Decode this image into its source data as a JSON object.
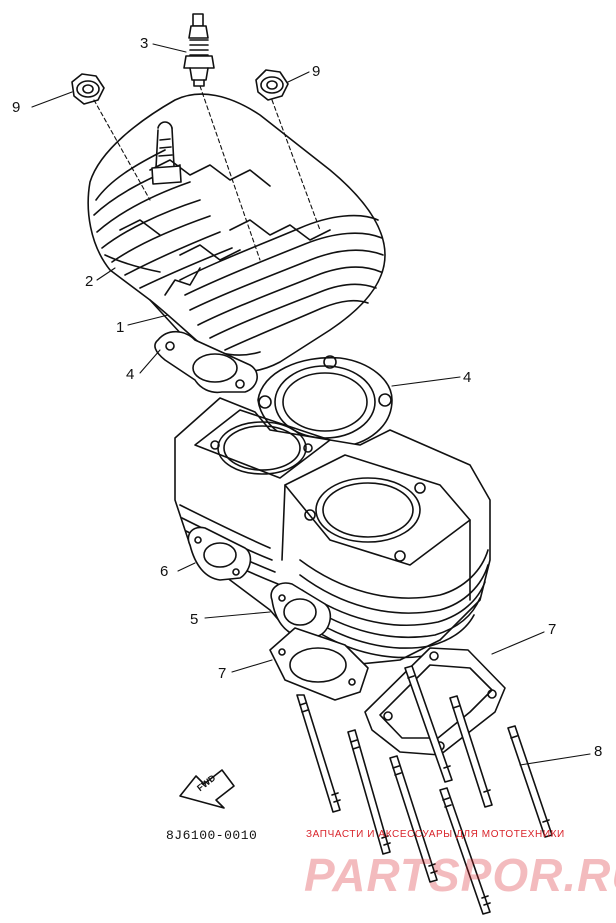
{
  "callouts": {
    "c1": "1",
    "c2": "2",
    "c3": "3",
    "c4a": "4",
    "c4b": "4",
    "c5": "5",
    "c6": "6",
    "c7a": "7",
    "c7b": "7",
    "c8": "8",
    "c9a": "9",
    "c9b": "9"
  },
  "fwd_label": "FWD",
  "diagram_code": "8J6100-0010",
  "watermark": {
    "tagline": "ЗАПЧАСТИ И АКСЕССУАРЫ ДЛЯ МОТОТЕХНИКИ",
    "brand": "PARTSPOR.RU",
    "color": "#d9232a"
  },
  "colors": {
    "ink": "#111111",
    "paper": "#ffffff"
  }
}
